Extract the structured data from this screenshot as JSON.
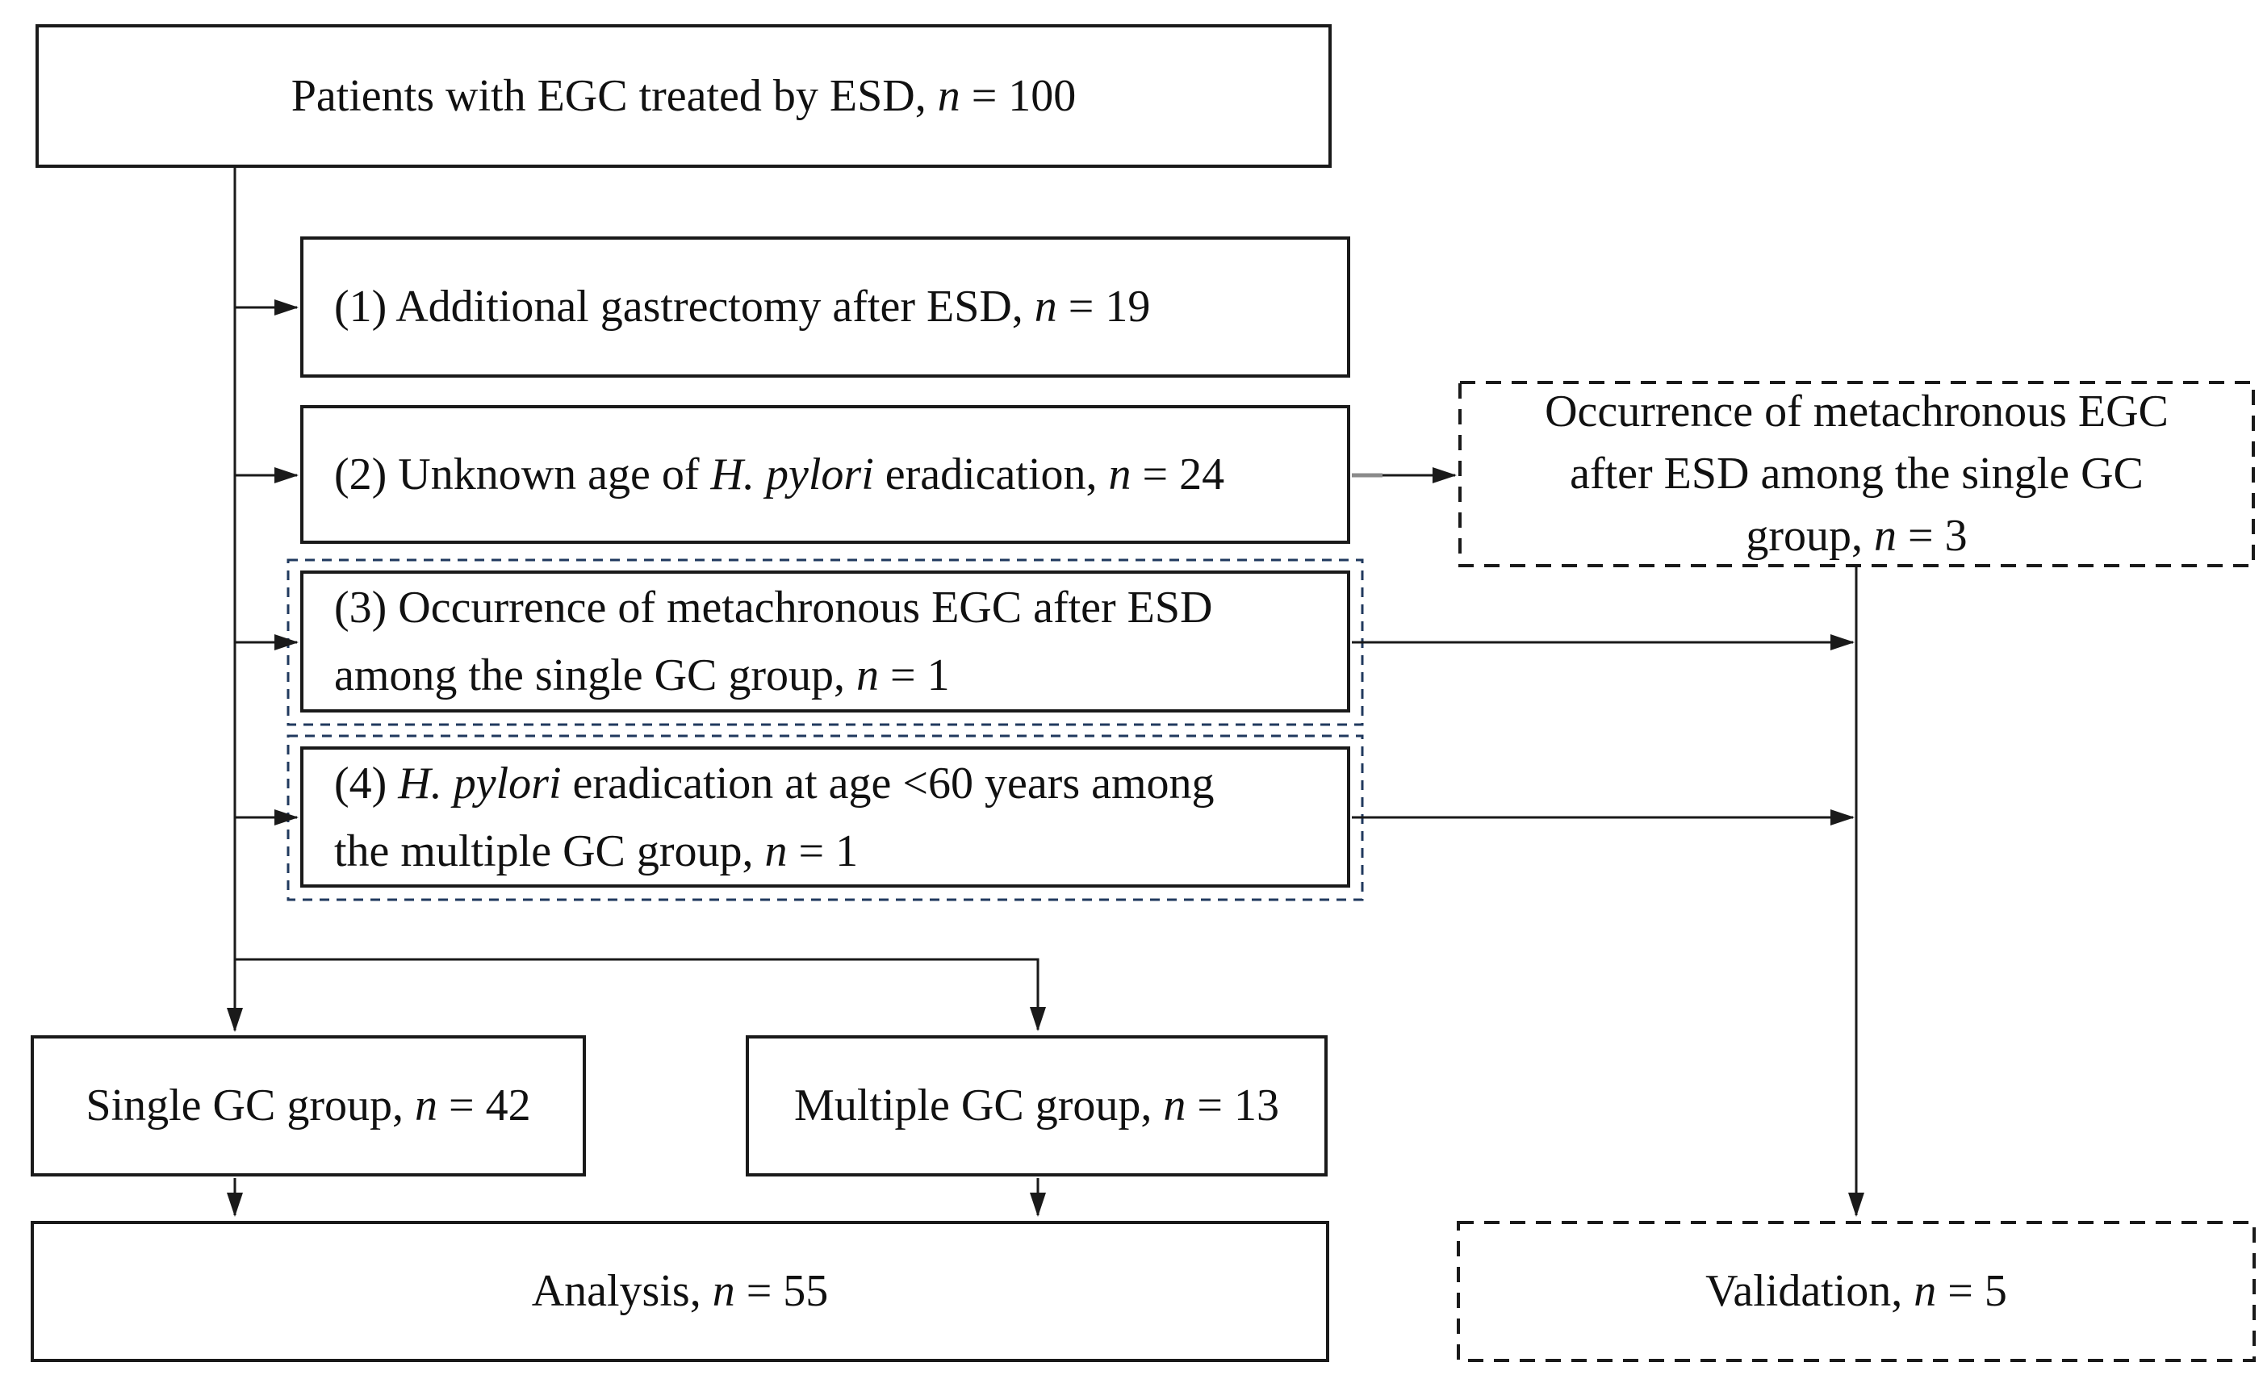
{
  "figure": {
    "kind": "patient-flow-diagram",
    "colors": {
      "line": "#1a1a1a",
      "navy_dash": "#20395e",
      "gray_segment": "#8a8a8a",
      "text": "#111111",
      "background": "#ffffff"
    },
    "nodes": {
      "top": {
        "segments": [
          {
            "t": "Patients with EGC treated by ESD, "
          },
          {
            "t": "n",
            "italic": true
          },
          {
            "t": " = 100"
          }
        ]
      },
      "excl1": {
        "segments": [
          {
            "t": "(1) Additional gastrectomy after ESD, "
          },
          {
            "t": "n",
            "italic": true
          },
          {
            "t": " = 19"
          }
        ]
      },
      "excl2": {
        "segments": [
          {
            "t": "(2) Unknown age of "
          },
          {
            "t": "H. pylori",
            "italic": true
          },
          {
            "t": " eradication, "
          },
          {
            "t": "n",
            "italic": true
          },
          {
            "t": " = 24"
          }
        ]
      },
      "excl3": {
        "segments": [
          {
            "t": "(3) Occurrence of metachronous EGC after ESD"
          },
          {
            "br": true
          },
          {
            "t": "among the single GC group, "
          },
          {
            "t": "n",
            "italic": true
          },
          {
            "t": " = 1"
          }
        ]
      },
      "excl4": {
        "segments": [
          {
            "t": "(4) "
          },
          {
            "t": "H. pylori",
            "italic": true
          },
          {
            "t": " eradication at age <60 years among"
          },
          {
            "br": true
          },
          {
            "t": "the multiple GC group, "
          },
          {
            "t": "n",
            "italic": true
          },
          {
            "t": " = 1"
          }
        ]
      },
      "metachronous_right": {
        "segments": [
          {
            "t": "Occurrence of metachronous EGC"
          },
          {
            "br": true
          },
          {
            "t": "after ESD among the single GC"
          },
          {
            "br": true
          },
          {
            "t": "group, "
          },
          {
            "t": "n",
            "italic": true
          },
          {
            "t": " = 3"
          }
        ]
      },
      "single": {
        "segments": [
          {
            "t": "Single GC group, "
          },
          {
            "t": "n",
            "italic": true
          },
          {
            "t": " = 42"
          }
        ]
      },
      "multiple": {
        "segments": [
          {
            "t": "Multiple GC group, "
          },
          {
            "t": "n",
            "italic": true
          },
          {
            "t": " = 13"
          }
        ]
      },
      "analysis": {
        "segments": [
          {
            "t": "Analysis, "
          },
          {
            "t": "n",
            "italic": true
          },
          {
            "t": " = 55"
          }
        ]
      },
      "validation": {
        "segments": [
          {
            "t": "Validation, "
          },
          {
            "t": "n",
            "italic": true
          },
          {
            "t": " = 5"
          }
        ]
      }
    }
  }
}
